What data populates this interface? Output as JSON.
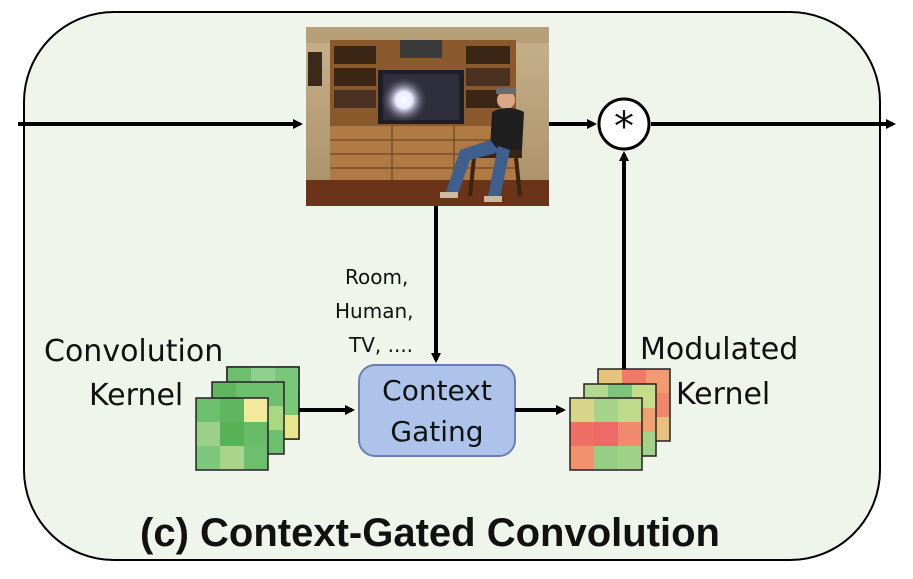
{
  "title": "(c) Context-Gated Convolution",
  "labels": {
    "conv_kernel_line1": "Convolution",
    "conv_kernel_line2": "Kernel",
    "context_gating_line1": "Context",
    "context_gating_line2": "Gating",
    "modulated_line1": "Modulated",
    "modulated_line2": "Kernel",
    "context_words_line1": "Room,",
    "context_words_line2": "Human,",
    "context_words_line3": "TV, ....",
    "operator_symbol": "*"
  },
  "colors": {
    "panel_background": "#f0f5eb",
    "gating_box_fill": "#aec3ea",
    "gating_box_stroke": "#6a7fb4",
    "arrow": "#000000"
  },
  "image_content": "photo of a man seated in a chair in front of a wooden TV cabinet"
}
